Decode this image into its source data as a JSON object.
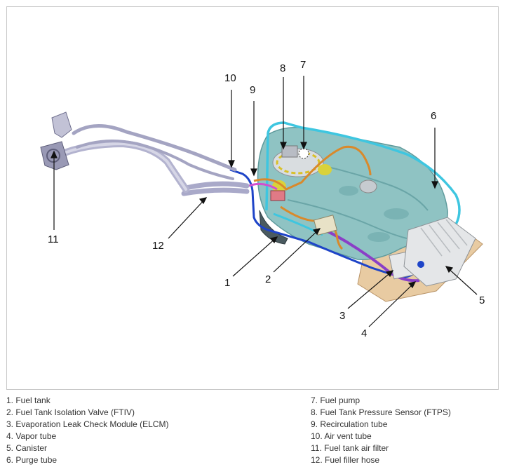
{
  "callouts": [
    "1",
    "2",
    "3",
    "4",
    "5",
    "6",
    "7",
    "8",
    "9",
    "10",
    "11",
    "12"
  ],
  "legend": {
    "left": [
      "1. Fuel tank",
      "2. Fuel Tank Isolation Valve (FTIV)",
      "3. Evaporation Leak Check Module (ELCM)",
      "4. Vapor tube",
      "5. Canister",
      "6. Purge tube"
    ],
    "right": [
      "7. Fuel pump",
      "8. Fuel Tank Pressure Sensor (FTPS)",
      "9. Recirculation tube",
      "10. Air vent tube",
      "11. Fuel tank air filter",
      "12. Fuel filler hose"
    ]
  },
  "colors": {
    "tank": "#8fc3c3",
    "tank_dark": "#5e9a9c",
    "purge_tube": "#3ec6e0",
    "vapor_tube": "#8a3fc7",
    "air_vent_tube": "#1e44c8",
    "recirculation_tube": "#d9892b",
    "filler_hose": "#a9a9c9",
    "canister_base": "#e2c39a",
    "leader_line": "#111111"
  }
}
